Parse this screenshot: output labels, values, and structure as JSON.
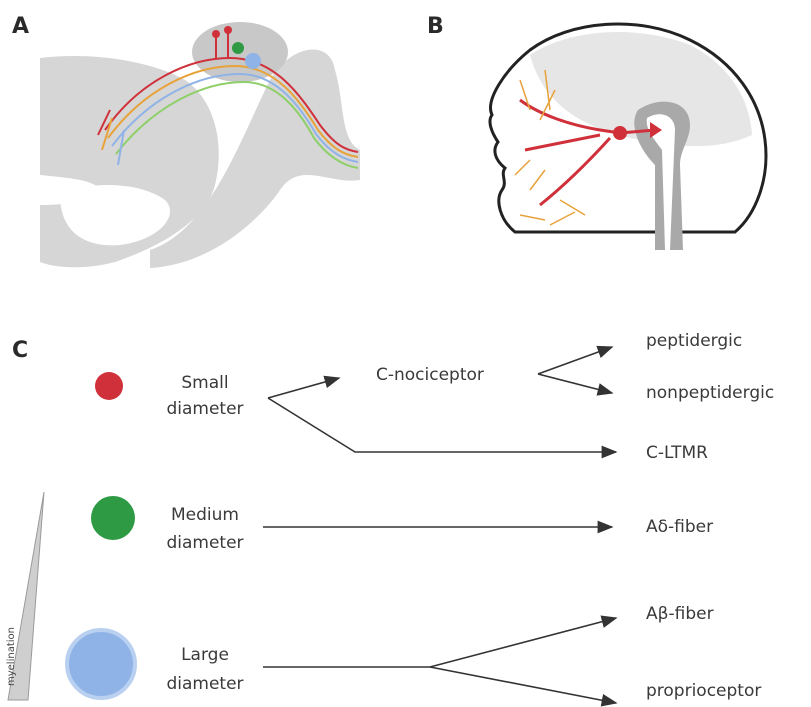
{
  "panels": {
    "a": "A",
    "b": "B",
    "c": "C"
  },
  "classification": {
    "small": {
      "line1": "Small",
      "line2": "diameter",
      "color": "#d0303a"
    },
    "medium": {
      "line1": "Medium",
      "line2": "diameter",
      "color": "#2e9a44"
    },
    "large": {
      "line1": "Large",
      "line2": "diameter",
      "color": "#8fb3e6"
    },
    "c_nociceptor": "C-nociceptor",
    "peptidergic": "peptidergic",
    "nonpeptidergic": "nonpeptidergic",
    "c_ltmr": "C-LTMR",
    "a_delta": "Aδ-fiber",
    "a_beta": "Aβ-fiber",
    "proprioceptor": "proprioceptor",
    "myelination": "myelination"
  },
  "colors": {
    "tissue_gray": "#d6d6d6",
    "ganglion_gray": "#c8c8c8",
    "nerve_red": "#d0303a",
    "nerve_orange": "#e8a23a",
    "arrow": "#333333"
  }
}
